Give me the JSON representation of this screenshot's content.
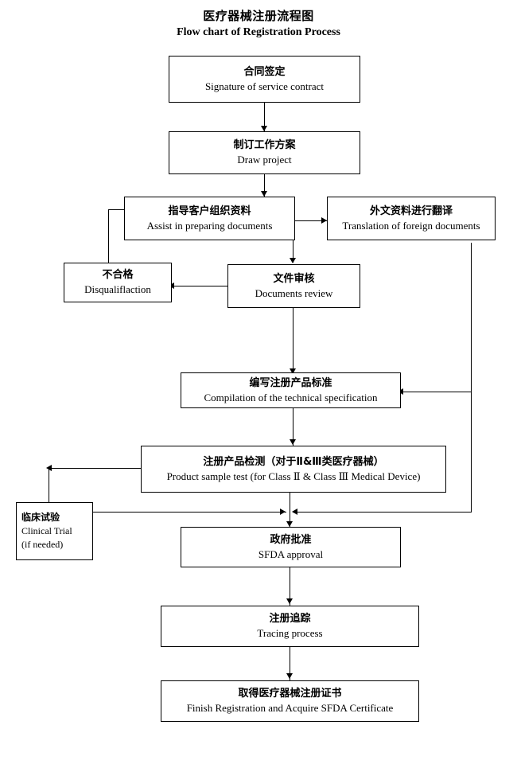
{
  "title": {
    "cn": "医疗器械注册流程图",
    "en": "Flow chart of Registration Process"
  },
  "colors": {
    "background": "#ffffff",
    "line": "#000000",
    "text": "#000000"
  },
  "nodes": {
    "contract": {
      "cn": "合同签定",
      "en": "Signature of service contract"
    },
    "draw_project": {
      "cn": "制订工作方案",
      "en": "Draw project"
    },
    "assist_documents": {
      "cn": "指导客户组织资料",
      "en": "Assist in preparing documents"
    },
    "translation": {
      "cn": "外文资料进行翻译",
      "en": "Translation of foreign documents"
    },
    "disqualification": {
      "cn": "不合格",
      "en": "Disqualiflaction"
    },
    "documents_review": {
      "cn": "文件审核",
      "en": "Documents review"
    },
    "compilation": {
      "cn": "编写注册产品标准",
      "en": "Compilation of the technical specification"
    },
    "product_test": {
      "cn": "注册产品检测（对于Ⅱ&Ⅲ类医疗器械）",
      "en": "Product sample test (for Class  Ⅱ & Class  Ⅲ  Medical Device)"
    },
    "clinical_trial": {
      "cn": "临床试验",
      "en": "Clinical Trial",
      "note": "(if needed)"
    },
    "sfda_approval": {
      "cn": "政府批准",
      "en": "SFDA approval"
    },
    "tracing": {
      "cn": "注册追踪",
      "en": "Tracing process"
    },
    "finish": {
      "cn": "取得医疗器械注册证书",
      "en": "Finish Registration and Acquire SFDA Certificate"
    }
  },
  "chart_data": {
    "type": "diagram",
    "title": "医疗器械注册流程图 / Flow chart of Registration Process",
    "steps": [
      "Signature of service contract",
      "Draw project",
      "Assist in preparing documents",
      "Translation of foreign documents",
      "Documents review",
      "Disqualiflaction",
      "Compilation of the technical specification",
      "Product sample test (for Class  Ⅱ & Class  Ⅲ  Medical Device)",
      "Clinical Trial (if needed)",
      "SFDA approval",
      "Tracing process",
      "Finish Registration and Acquire SFDA Certificate"
    ],
    "edges": [
      {
        "from": "contract",
        "to": "draw_project"
      },
      {
        "from": "draw_project",
        "to": "assist_documents"
      },
      {
        "from": "assist_documents",
        "to": "translation"
      },
      {
        "from": "assist_documents",
        "to": "documents_review"
      },
      {
        "from": "documents_review",
        "to": "disqualification"
      },
      {
        "from": "disqualification",
        "to": "assist_documents"
      },
      {
        "from": "documents_review",
        "to": "compilation"
      },
      {
        "from": "translation",
        "to": "compilation"
      },
      {
        "from": "compilation",
        "to": "product_test"
      },
      {
        "from": "product_test",
        "to": "clinical_trial"
      },
      {
        "from": "product_test",
        "to": "sfda_approval"
      },
      {
        "from": "clinical_trial",
        "to": "sfda_approval"
      },
      {
        "from": "translation",
        "to": "sfda_approval"
      },
      {
        "from": "sfda_approval",
        "to": "tracing"
      },
      {
        "from": "tracing",
        "to": "finish"
      }
    ]
  }
}
